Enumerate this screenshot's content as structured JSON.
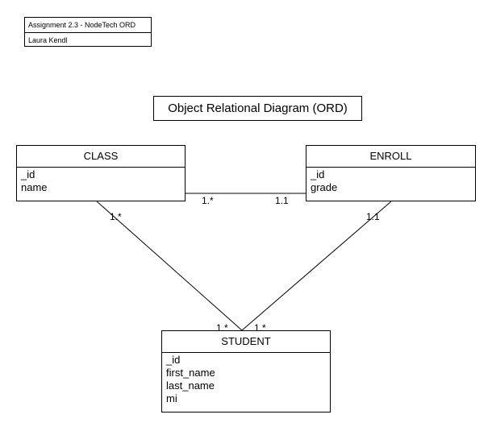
{
  "header": {
    "assignment": "Assignment 2.3 - NodeTech ORD",
    "author": "Laura Kendl"
  },
  "diagram_title": "Object Relational Diagram (ORD)",
  "entities": {
    "class": {
      "name": "CLASS",
      "attributes": [
        "_id",
        "name"
      ]
    },
    "enroll": {
      "name": "ENROLL",
      "attributes": [
        "_id",
        "grade"
      ]
    },
    "student": {
      "name": "STUDENT",
      "attributes": [
        "_id",
        "first_name",
        "last_name",
        "mi"
      ]
    }
  },
  "relationships": {
    "class_enroll": {
      "class_end": "1.*",
      "enroll_end": "1.1"
    },
    "class_student": {
      "class_end": "1.*",
      "student_end": "1.*"
    },
    "enroll_student": {
      "enroll_end": "1.1",
      "student_end": "1.*"
    }
  },
  "colors": {
    "line": "#000000",
    "background": "#ffffff"
  }
}
